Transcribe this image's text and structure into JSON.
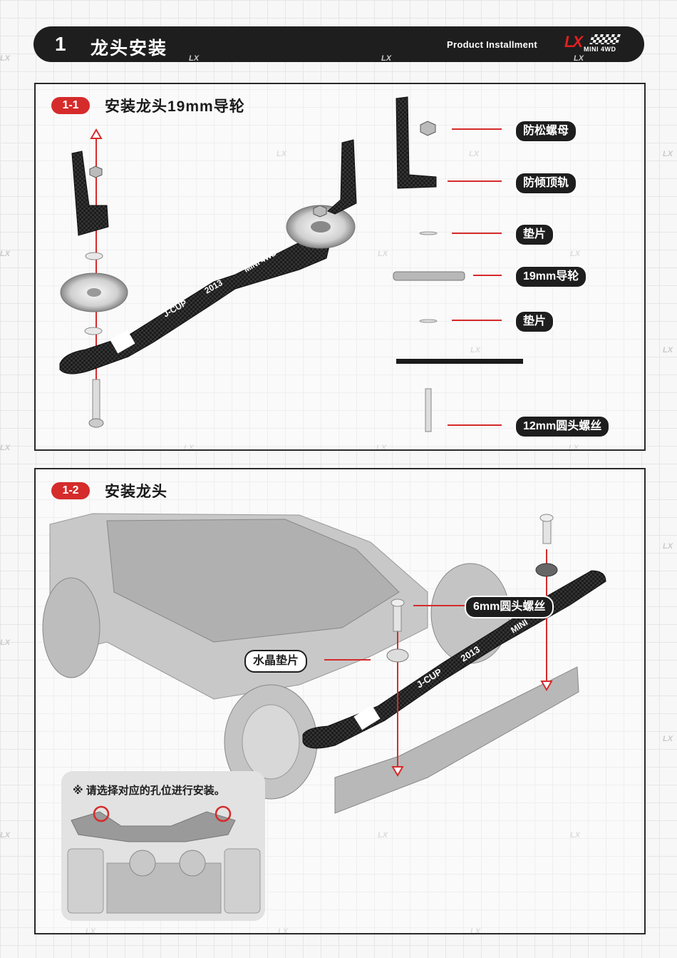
{
  "header": {
    "step_number": "1",
    "title": "龙头安装",
    "subtitle": "Product Installment",
    "logo": {
      "brand": "LX",
      "tagline": "MINI 4WD"
    }
  },
  "section_1_1": {
    "badge": "1-1",
    "title": "安装龙头19mm导轮",
    "plate_text": [
      "J-CUP",
      "2013",
      "MINI 4WD"
    ],
    "parts": [
      {
        "label": "防松螺母"
      },
      {
        "label": "防倾顶轨"
      },
      {
        "label": "垫片"
      },
      {
        "label": "19mm导轮"
      },
      {
        "label": "垫片"
      },
      {
        "label": "12mm圆头螺丝"
      }
    ]
  },
  "section_1_2": {
    "badge": "1-2",
    "title": "安装龙头",
    "plate_text": [
      "J-CUP",
      "2013",
      "MINI"
    ],
    "callouts": {
      "screw": "6mm圆头螺丝",
      "spacer": "水晶垫片"
    },
    "note": "※ 请选择对应的孔位进行安装。"
  },
  "colors": {
    "accent": "#d52b2b",
    "dark": "#1e1e1e",
    "watermark": "#c9c9c9"
  }
}
